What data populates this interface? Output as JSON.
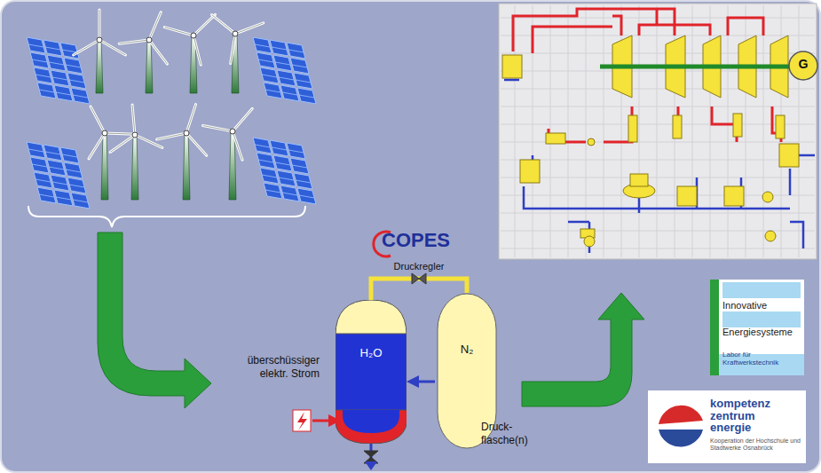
{
  "diagram": {
    "nodes": [
      {
        "text": [
          "H₂O"
        ]
      },
      {
        "text": [
          "N₂"
        ]
      },
      {
        "text": [
          "G"
        ]
      },
      {
        "text": [
          "Innovative",
          "Energiesysteme",
          "Labor für Kraftwerkstechnik"
        ]
      },
      {
        "text": [
          "kompetenz zentrum energie",
          "Kooperation der Hochschule und Stadtwerke Osnabrück"
        ]
      }
    ],
    "edges": [
      {
        "from": 0,
        "to": 1,
        "arrow": "none",
        "label": "Druckregler"
      }
    ],
    "labels": [
      "COPES",
      "überschüssiger elektr. Strom",
      "Druck- flasche(n)"
    ]
  }
}
